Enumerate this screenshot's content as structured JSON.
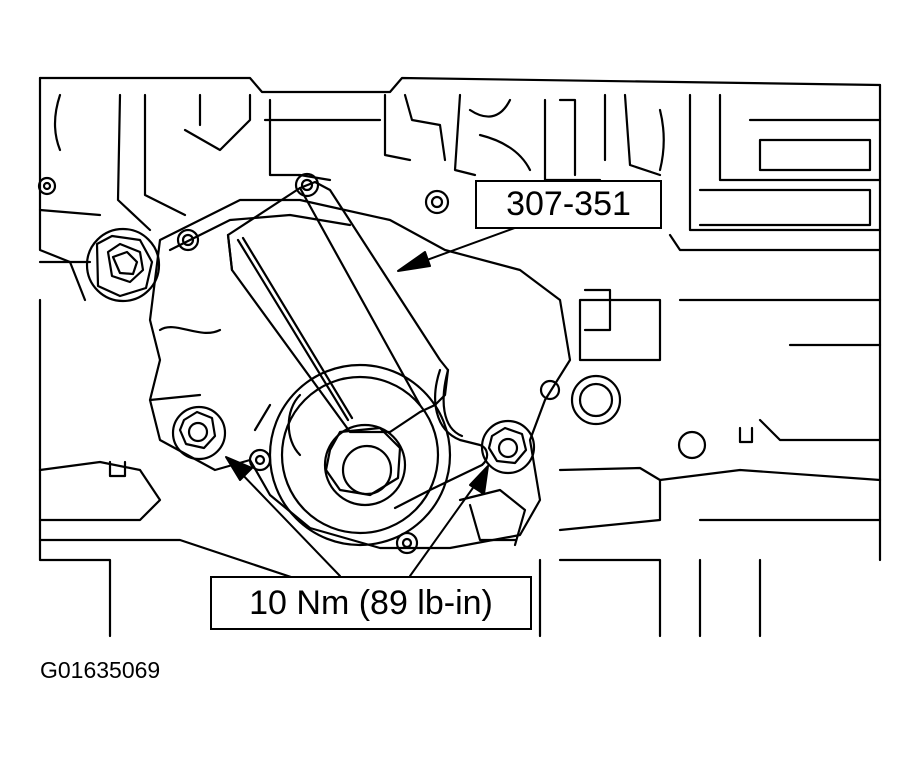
{
  "callouts": {
    "tool_number": "307-351",
    "torque_spec": "10 Nm (89 lb-in)"
  },
  "figure_id": "G01635069",
  "colors": {
    "line": "#000000",
    "background": "#ffffff"
  }
}
